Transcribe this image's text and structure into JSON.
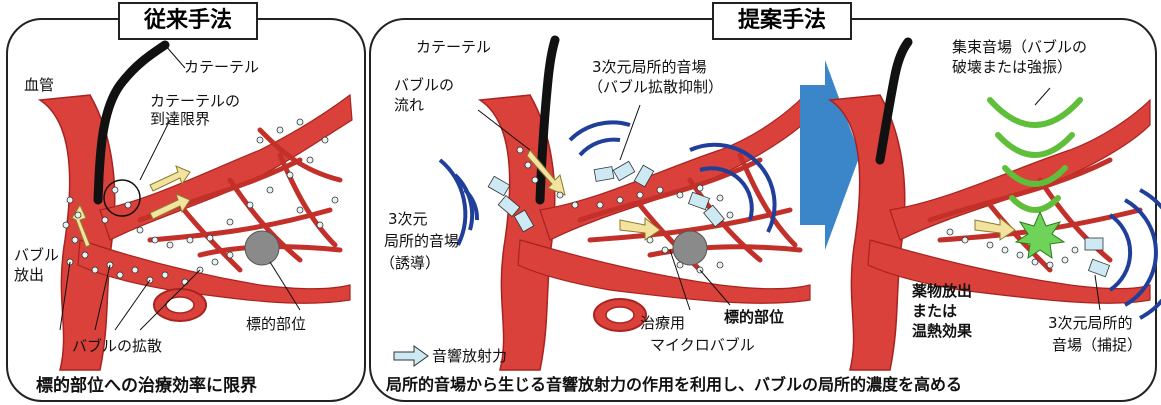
{
  "left_panel": {
    "title": "従来手法",
    "caption": "標的部位への治療効率に限界",
    "labels": {
      "vessel": "血管",
      "catheter": "カテーテル",
      "reach_line1": "カテーテルの",
      "reach_line2": "到達限界",
      "release_line1": "バブル",
      "release_line2": "放出",
      "diffusion": "バブルの拡散",
      "target": "標的部位"
    }
  },
  "right_panel": {
    "title": "提案手法",
    "caption": "局所的音場から生じる音響放射力の作用を利用し、バブルの局所的濃度を高める",
    "labels": {
      "catheter": "カテーテル",
      "flow_line1": "バブルの",
      "flow_line2": "流れ",
      "field3d_line1": "3次元局所的音場",
      "field3d_line2": "（バブル拡散抑制）",
      "induce_line1": "3次元",
      "induce_line2": "局所的音場",
      "induce_line3": "（誘導）",
      "focused_line1": "集束音場（バブルの",
      "focused_line2": "破壊または強振）",
      "target": "標的部位",
      "microbubble_line1": "治療用",
      "microbubble_line2": "マイクロバブル",
      "drug_line1": "薬物放出",
      "drug_line2": "または",
      "drug_line3": "温熱効果",
      "capture_line1": "3次元局所的",
      "capture_line2": "音場（捕捉）",
      "legend": "音響放射力"
    }
  },
  "colors": {
    "vessel": "#d9413a",
    "vessel_dark": "#a8231f",
    "wave": "#1f3f9a",
    "focus_wave": "#5fbf3a",
    "arrow_yellow": "#f3e3a0",
    "arrow_big": "#3b86c9",
    "target_gray": "#8a8a8a"
  }
}
